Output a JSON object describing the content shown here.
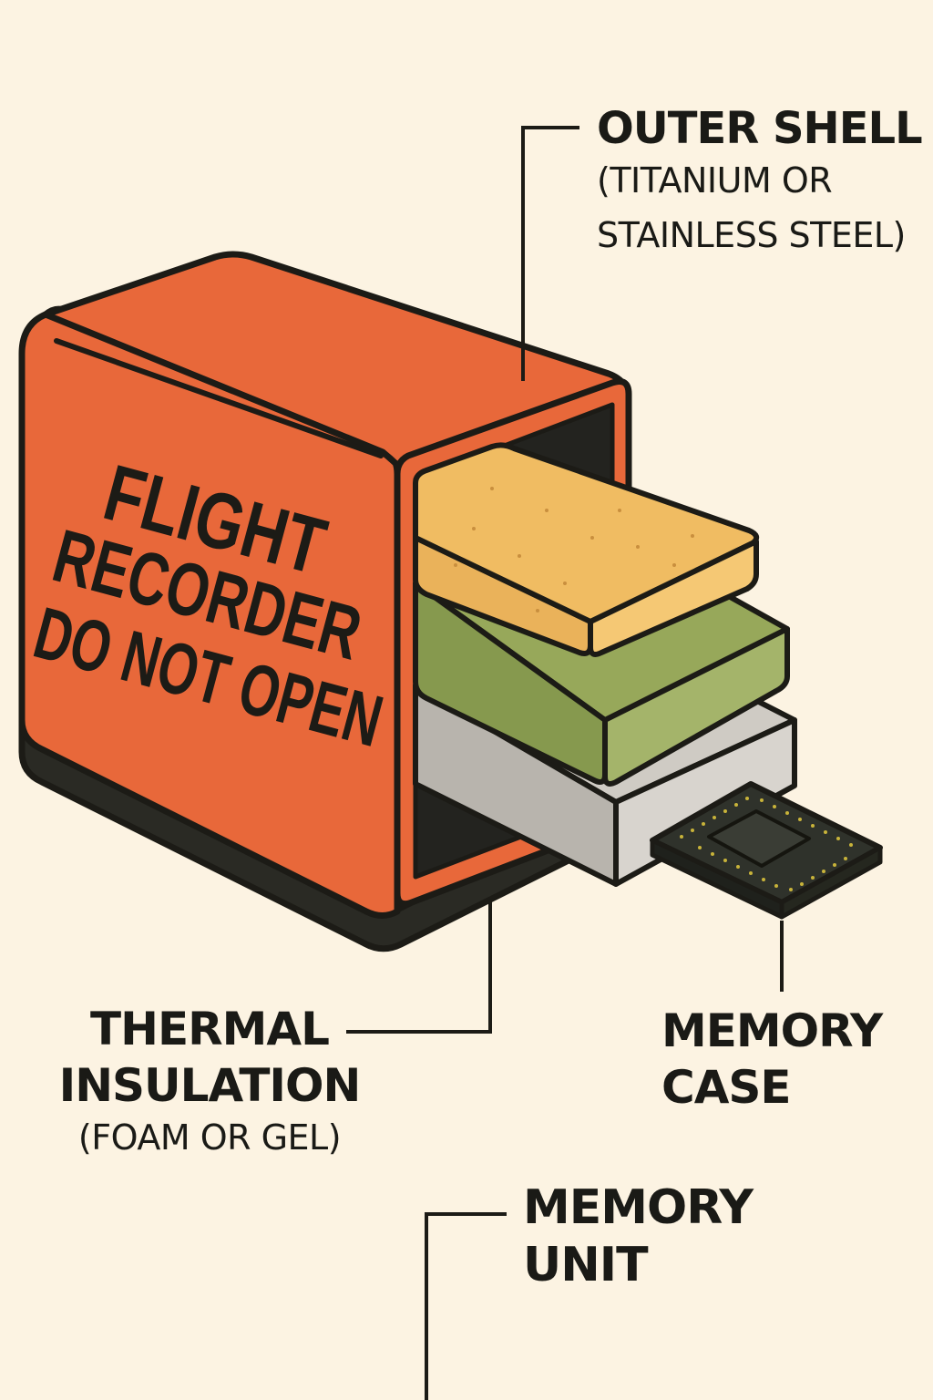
{
  "box_label": {
    "line1": "FLIGHT",
    "line2": "RECORDER",
    "line3": "DO NOT OPEN"
  },
  "labels": {
    "outer_shell": {
      "title": "OUTER SHELL",
      "sub1": "(TITANIUM OR",
      "sub2": "STAINLESS  STEEL)"
    },
    "thermal_insulation": {
      "title1": "THERMAL",
      "title2": "INSULATION",
      "sub": "(FOAM OR GEL)"
    },
    "memory_case": {
      "title1": "MEMORY",
      "title2": "CASE"
    },
    "memory_unit": {
      "title1": "MEMORY",
      "title2": "UNIT"
    }
  },
  "colors": {
    "background": "#fcf3e2",
    "shell_orange": "#e8683a",
    "shell_base": "#2a2a24",
    "insulation_yellow": "#f0bc62",
    "insulation_green": "#86994e",
    "memory_case_gray": "#b8b4ad",
    "chip_dark": "#2b2d27",
    "chip_pins": "#c8b33a",
    "outline": "#1c1b16"
  }
}
